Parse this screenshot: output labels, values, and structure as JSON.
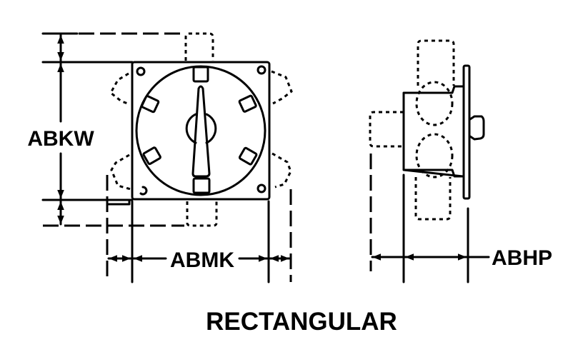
{
  "dimensions": {
    "height_label": "ABKW",
    "width_label": "ABMK",
    "depth_label": "ABHP"
  },
  "caption": "RECTANGULAR",
  "colors": {
    "line": "#000000",
    "background": "#ffffff"
  }
}
